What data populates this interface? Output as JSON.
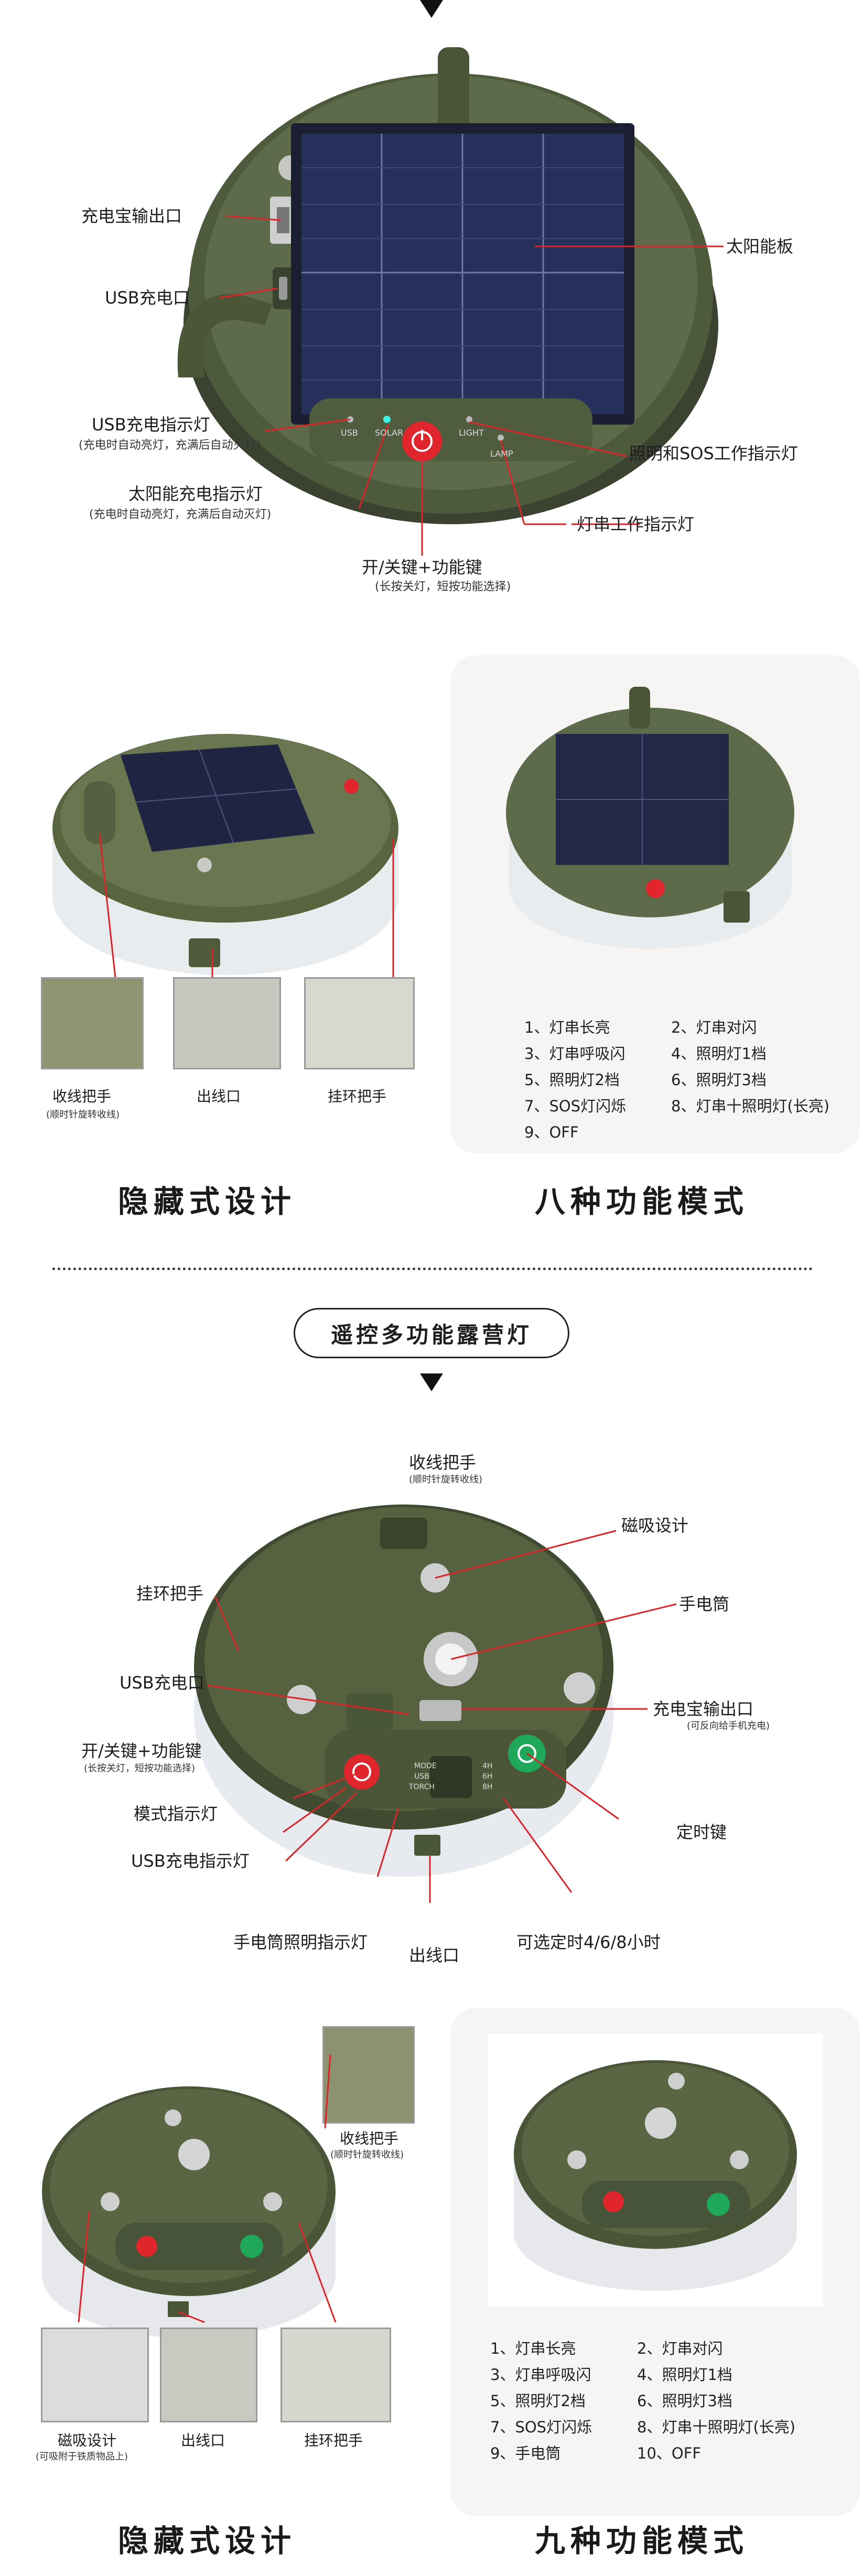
{
  "section1": {
    "callouts": {
      "power_out": "充电宝输出口",
      "usb_in": "USB充电口",
      "usb_indicator": "USB充电指示灯",
      "usb_indicator_note": "(充电时自动亮灯，充满后自动灭灯)",
      "solar_indicator": "太阳能充电指示灯",
      "solar_indicator_note": "(充电时自动亮灯，充满后自动灭灯)",
      "power_key": "开/关键+功能键",
      "power_key_note": "(长按关灯，短按功能选择)",
      "solar_panel": "太阳能板",
      "lamp_sos_indicator": "照明和SOS工作指示灯",
      "string_indicator": "灯串工作指示灯"
    },
    "device_labels": {
      "usb": "USB",
      "solar": "SOLAR",
      "light": "LIGHT",
      "lamp": "LAMP"
    }
  },
  "section2": {
    "thumbs": [
      {
        "label": "收线把手",
        "note": "(顺时针旋转收线)"
      },
      {
        "label": "出线口",
        "note": ""
      },
      {
        "label": "挂环把手",
        "note": ""
      }
    ],
    "modes": [
      "1、灯串长亮",
      "2、灯串对闪",
      "3、灯串呼吸闪",
      "4、照明灯1档",
      "5、照明灯2档",
      "6、照明灯3档",
      "7、SOS灯闪烁",
      "8、灯串十照明灯(长亮)",
      "9、OFF"
    ],
    "left_title": "隐藏式设计",
    "right_title": "八种功能模式"
  },
  "section3": {
    "badge": "遥控多功能露营灯",
    "callouts": {
      "reel_handle": "收线把手",
      "reel_note": "(顺时针旋转收线)",
      "magnet": "磁吸设计",
      "hang_handle": "挂环把手",
      "flashlight": "手电筒",
      "usb_in": "USB充电口",
      "power_out": "充电宝输出口",
      "power_out_note": "(可反向给手机充电)",
      "power_key": "开/关键+功能键",
      "power_key_note": "(长按关灯，短按功能选择)",
      "mode_indicator": "模式指示灯",
      "usb_indicator": "USB充电指示灯",
      "timer_key": "定时键",
      "flash_indicator": "手电筒照明指示灯",
      "cable_out": "出线口",
      "timer_options": "可选定时4/6/8小时"
    },
    "device_labels": {
      "mode": "MODE",
      "usb": "USB",
      "torch": "TORCH",
      "h4": "4H",
      "h6": "6H",
      "h8": "8H"
    }
  },
  "section4": {
    "magnet_label": "磁吸设计",
    "magnet_note": "(可吸附于铁质物品上)",
    "reel_label": "收线把手",
    "reel_note": "(顺时针旋转收线)",
    "cable_label": "出线口",
    "hang_label": "挂环把手",
    "modes": [
      "1、灯串长亮",
      "2、灯串对闪",
      "3、灯串呼吸闪",
      "4、照明灯1档",
      "5、照明灯2档",
      "6、照明灯3档",
      "7、SOS灯闪烁",
      "8、灯串十照明灯(长亮)",
      "9、手电筒",
      "10、OFF"
    ],
    "left_title": "隐藏式设计",
    "right_title": "九种功能模式"
  },
  "colors": {
    "body_green": "#5e6b4a",
    "rim_green": "#4e5a3c",
    "white_base": "#e9ecef",
    "power_red": "#e0262c",
    "timer_green": "#1fa85a",
    "callout_red": "#d9262b"
  }
}
